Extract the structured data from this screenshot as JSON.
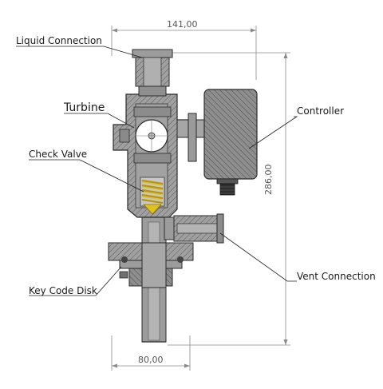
{
  "labels": {
    "liquid_connection": "Liquid Connection",
    "turbine": "Turbine",
    "check_valve": "Check Valve",
    "key_code_disk": "Key Code Disk",
    "controller": "Controller",
    "vent_connection": "Vent Connection"
  },
  "dimensions": {
    "width_top": "141,00",
    "width_bottom": "80,00",
    "height": "286,00"
  },
  "colors": {
    "body_fill": "#9c9c9c",
    "body_dark": "#7e7e7e",
    "hatch": "#5a5a5a",
    "outline": "#2b2b2b",
    "spring": "#e0c21a",
    "dim_line": "#8a8a8a"
  }
}
